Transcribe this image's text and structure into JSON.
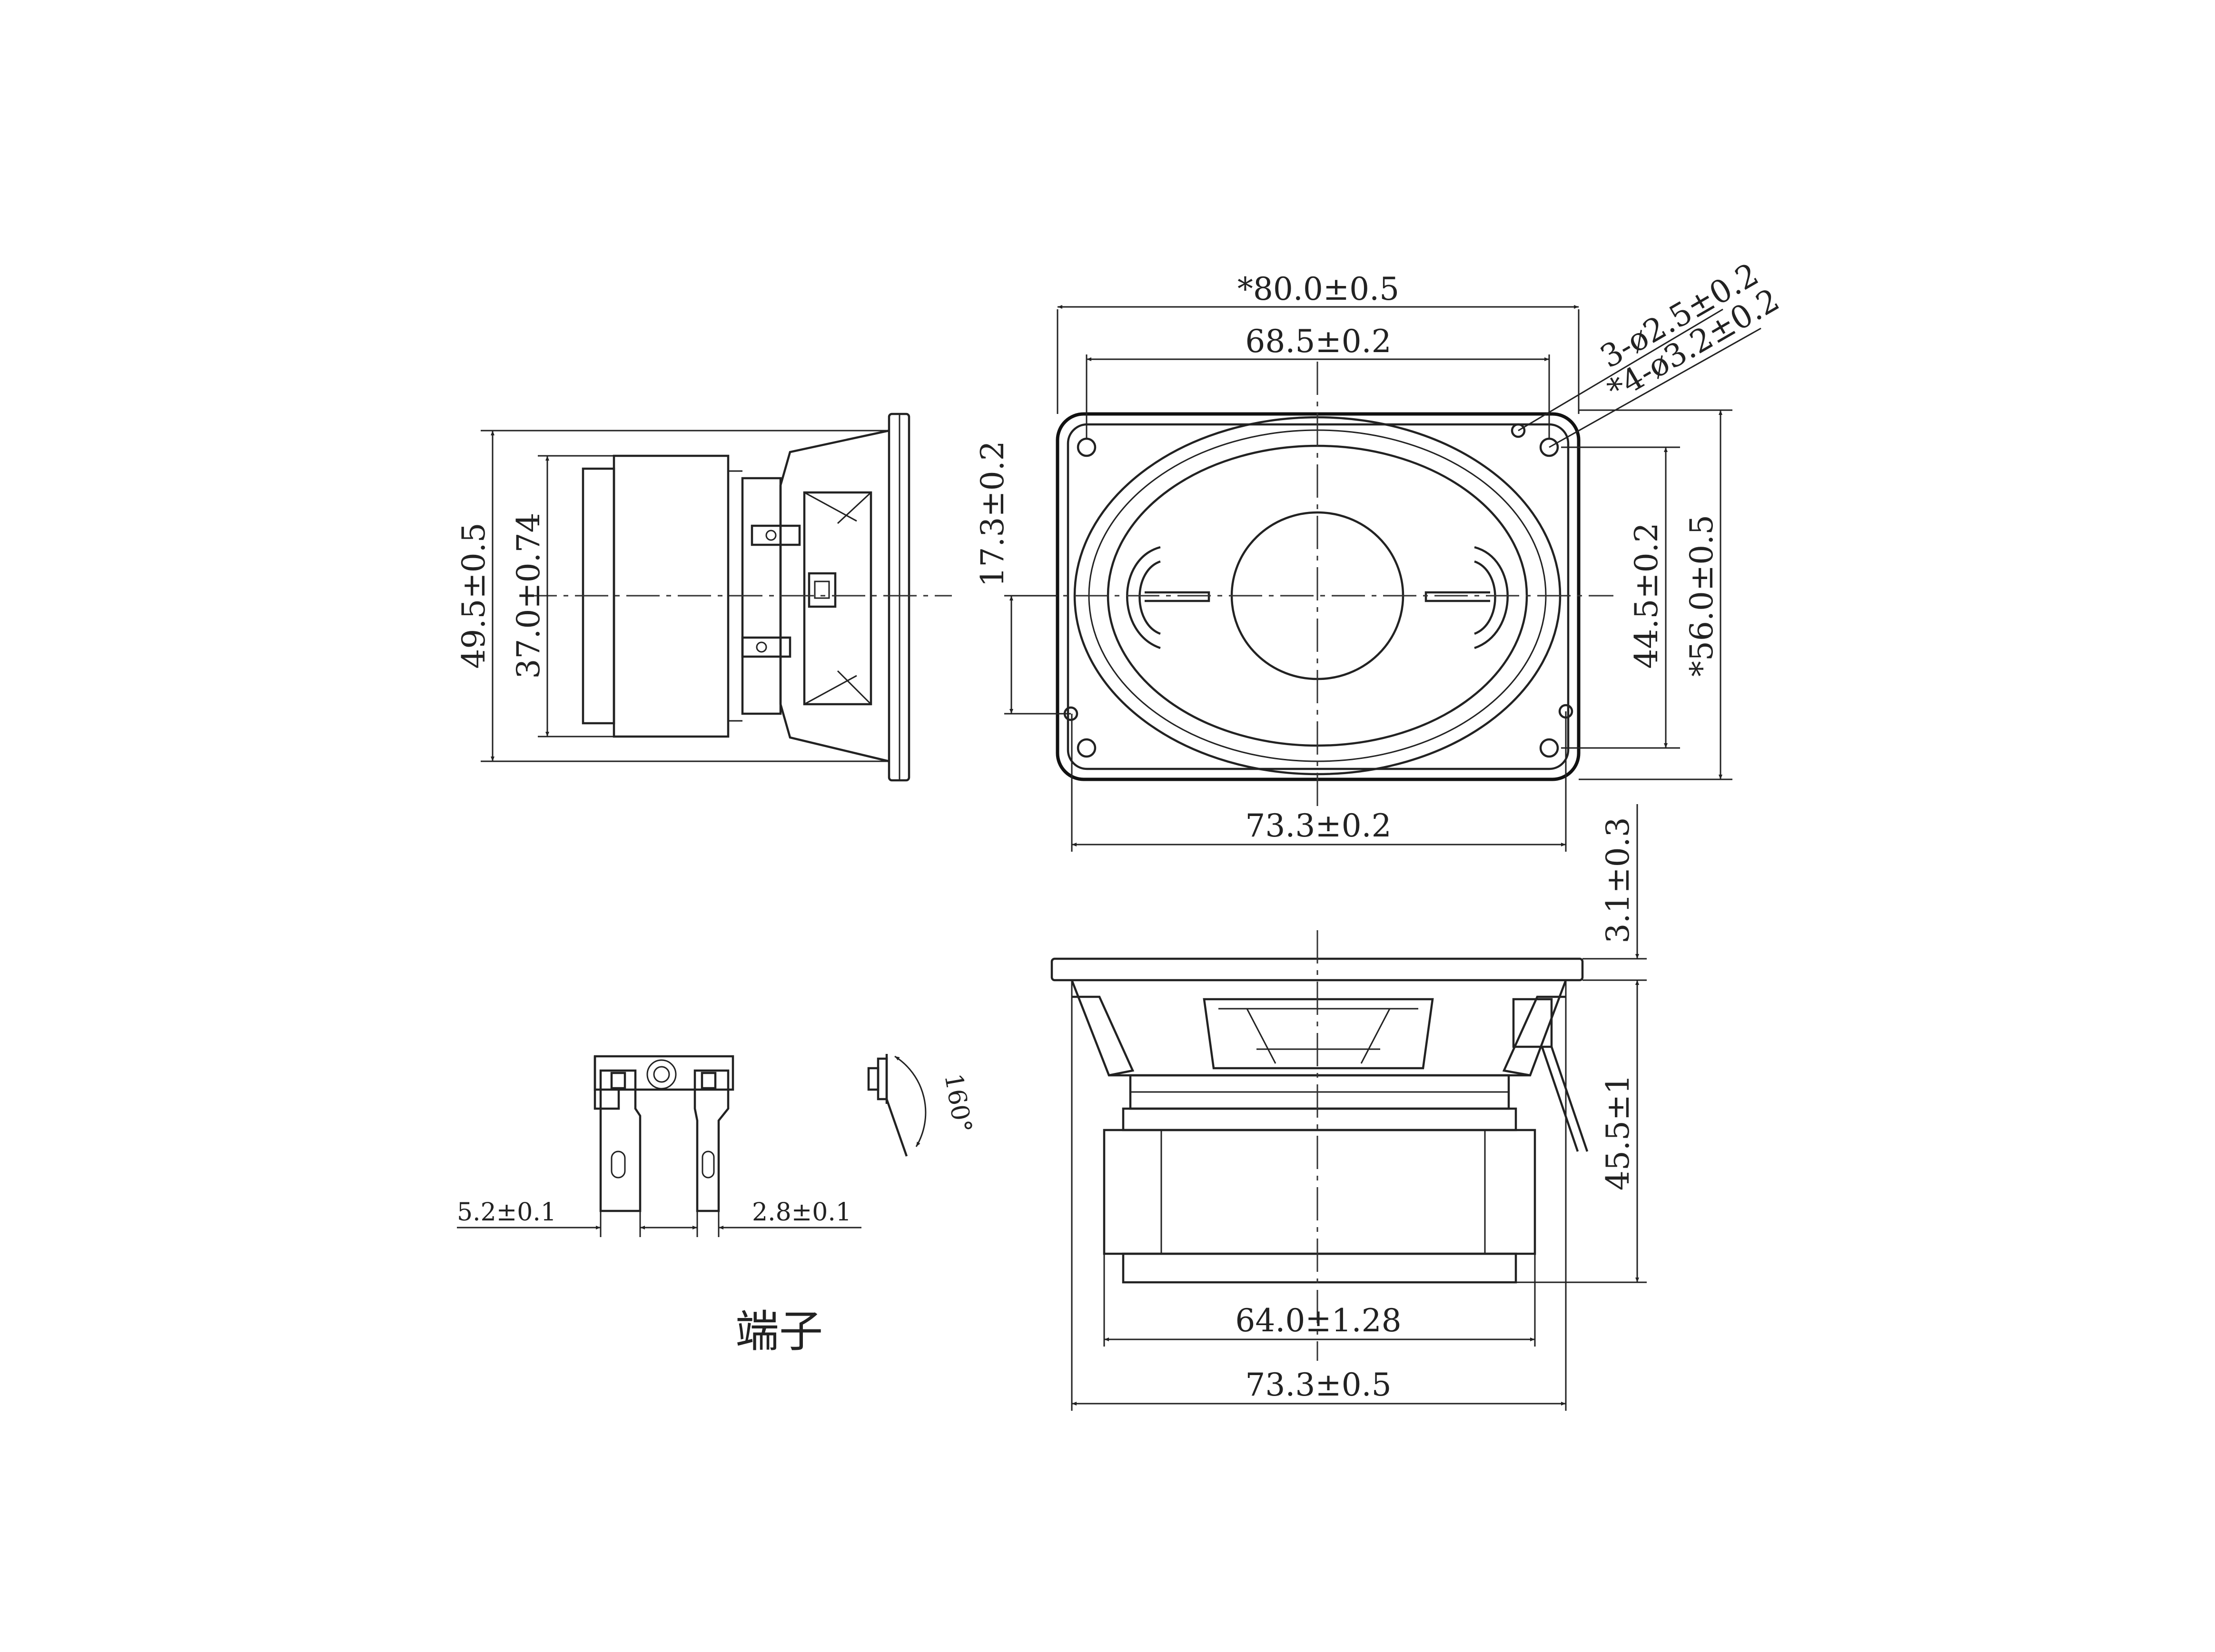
{
  "labels": {
    "width_overall": "*80.0±0.5",
    "hole_pitch_top": "68.5±0.2",
    "holes_small": "3-ø2.5±0.2",
    "holes_large": "*4-ø3.2±0.2",
    "offset_vertical": "17.3±0.2",
    "hole_pitch_vertical": "44.5±0.2",
    "height_overall": "*56.0±0.5",
    "hole_pitch_bottom": "73.3±0.2",
    "side_height": "49.5±0.5",
    "magnet_height": "37.0±0.74",
    "flange_thickness": "3.1±0.3",
    "depth_total": "45.5±1",
    "magnet_width": "64.0±1.28",
    "frame_width": "73.3±0.5",
    "terminal_width_left": "5.2±0.1",
    "terminal_width_right": "2.8±0.1",
    "bend_angle": "160°",
    "terminal_caption": "端子"
  }
}
